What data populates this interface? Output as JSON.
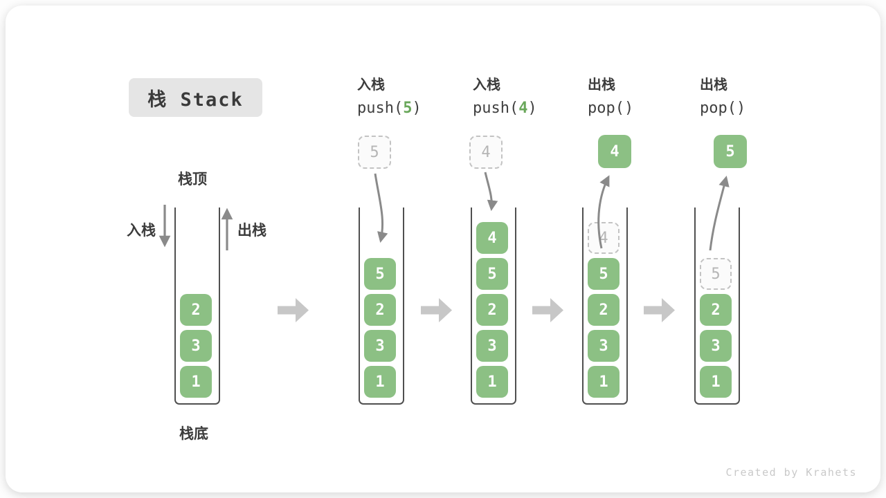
{
  "card": {
    "title": "栈 Stack",
    "footer": "Created by Krahets"
  },
  "legend": {
    "stack_top": "栈顶",
    "stack_bottom": "栈底",
    "push_label": "入栈",
    "pop_label": "出栈"
  },
  "operations": [
    {
      "label": "入栈",
      "fn_open": "push(",
      "arg": "5",
      "fn_close": ")"
    },
    {
      "label": "入栈",
      "fn_open": "push(",
      "arg": "4",
      "fn_close": ")"
    },
    {
      "label": "出栈",
      "fn_open": "pop(",
      "arg": "",
      "fn_close": ")"
    },
    {
      "label": "出栈",
      "fn_open": "pop(",
      "arg": "",
      "fn_close": ")"
    }
  ],
  "stacks": [
    {
      "blocks": [
        "2",
        "3",
        "1"
      ]
    },
    {
      "incoming": "5",
      "blocks": [
        "5",
        "2",
        "3",
        "1"
      ]
    },
    {
      "incoming": "4",
      "blocks": [
        "4",
        "5",
        "2",
        "3",
        "1"
      ]
    },
    {
      "outgoing": "4",
      "ghost": "4",
      "blocks": [
        "5",
        "2",
        "3",
        "1"
      ]
    },
    {
      "outgoing": "5",
      "ghost": "5",
      "blocks": [
        "2",
        "3",
        "1"
      ]
    }
  ],
  "colors": {
    "block_green": "#8cc084",
    "code_arg_green": "#69a75a",
    "flow_arrow_gray": "#8a8a8a",
    "stage_arrow_gray": "#c7c7c7",
    "title_box_bg": "#e5e5e5",
    "dark_text": "#3c3c3c"
  }
}
